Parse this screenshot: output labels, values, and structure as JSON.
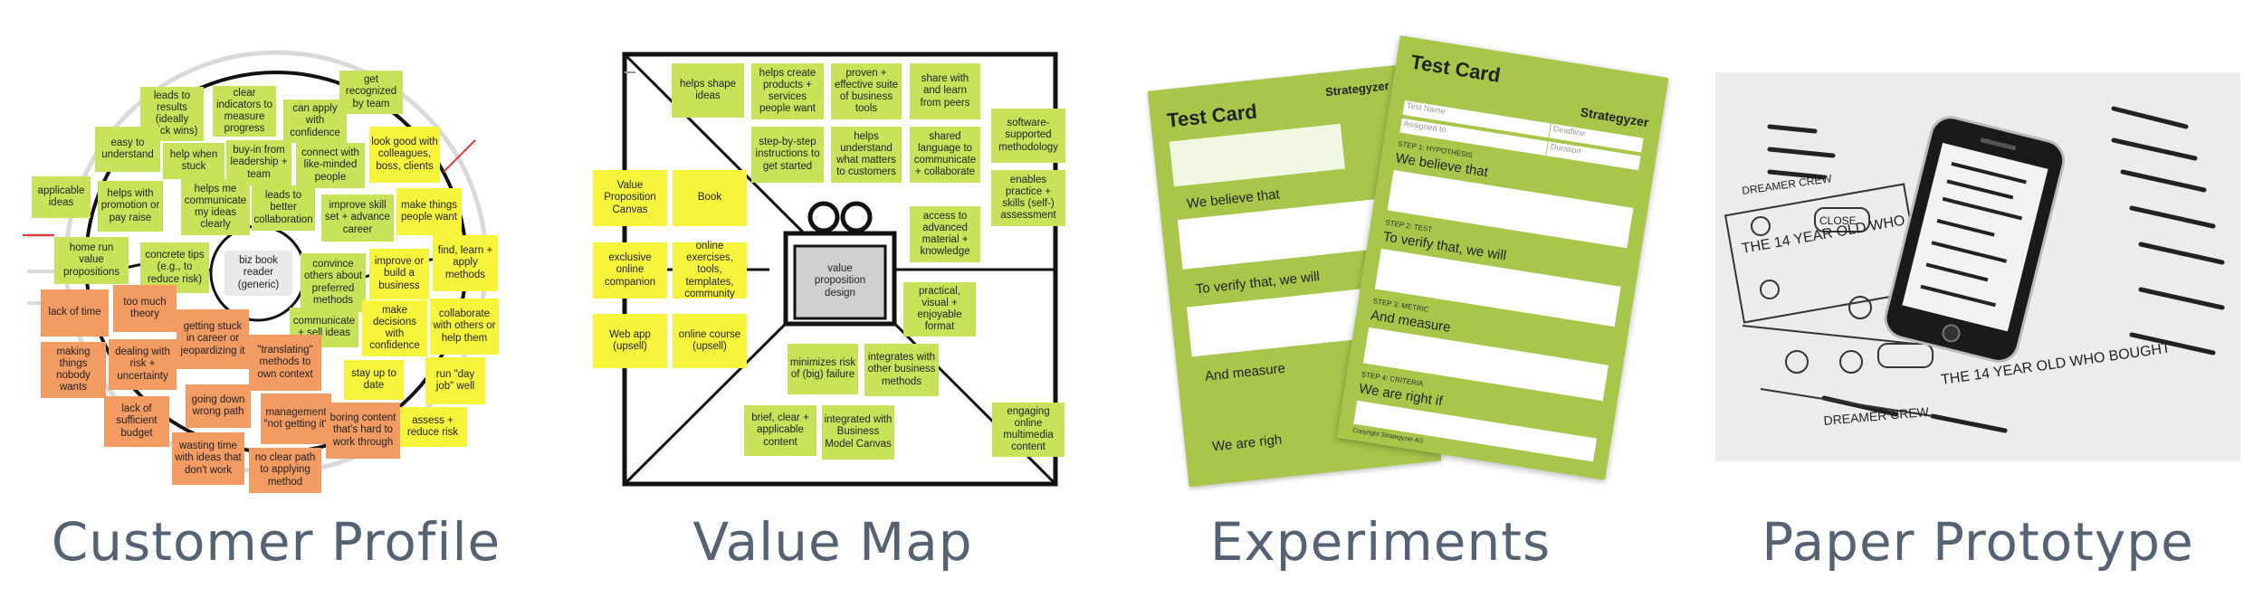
{
  "captions": {
    "customer_profile": "Customer Profile",
    "value_map": "Value Map",
    "experiments": "Experiments",
    "paper_prototype": "Paper Prototype"
  },
  "customer_profile": {
    "center": "biz book reader (generic)",
    "gains": [
      "get recognized by team",
      "clear indicators to measure progress",
      "leads to results (ideally quick wins)",
      "can apply with confidence",
      "look good with colleagues, boss, clients",
      "easy to understand",
      "help when stuck",
      "buy-in from leadership + team",
      "connect with like-minded people",
      "applicable ideas",
      "helps with promotion or pay raise",
      "helps me communicate my ideas clearly",
      "leads to better collaboration",
      "improve skill set + advance career",
      "make things people want",
      "home run value propositions",
      "concrete tips (e.g., to reduce risk)",
      "convince others about preferred methods",
      "improve or build a business",
      "find, learn + apply methods",
      "communicate + sell ideas",
      "make decisions with confidence",
      "collaborate with others or help them",
      "stay up to date",
      "run \"day job\" well",
      "assess + reduce risk"
    ],
    "pains": [
      "lack of time",
      "too much theory",
      "getting stuck in career or jeopardizing it",
      "making things nobody wants",
      "dealing with risk + uncertainty",
      "\"translating\" methods to own context",
      "lack of sufficient budget",
      "going down wrong path",
      "management \"not getting it\"",
      "wasting time with ideas that don't work",
      "no clear path to applying method",
      "boring content that's hard to work through"
    ]
  },
  "value_map": {
    "gift": "value proposition design",
    "products": [
      "Value Proposition Canvas",
      "Book",
      "exclusive online companion",
      "online exercises, tools, templates, community",
      "Web app (upsell)",
      "online course (upsell)"
    ],
    "gain_creators": [
      "helps shape ideas",
      "helps create products + services people want",
      "proven + effective suite of business tools",
      "share with and learn from peers",
      "step-by-step instructions to get started",
      "helps understand what matters to customers",
      "shared language to communicate + collaborate",
      "software-supported methodology",
      "enables practice + skills (self-) assessment",
      "access to advanced material + knowledge"
    ],
    "pain_relievers": [
      "practical, visual + enjoyable format",
      "minimizes risk of (big) failure",
      "integrates with other business methods",
      "brief, clear + applicable content",
      "integrated with Business Model Canvas",
      "engaging online multimedia content"
    ]
  },
  "test_card": {
    "title": "Test Card",
    "brand": "Strategyzer",
    "step1_label": "STEP 1: HYPOTHESIS",
    "step1_text": "We believe that",
    "step2_label": "STEP 2: TEST",
    "step2_text": "To verify that, we will",
    "step3_label": "STEP 3: METRIC",
    "step3_text": "And measure",
    "step4_label": "STEP 4: CRITERIA",
    "step4_text": "We are right if",
    "field_name": "Test Name",
    "field_deadline": "Deadline",
    "field_assigned": "Assigned to",
    "field_duration": "Duration",
    "back_step4_text": "We are righ",
    "copyright": "Copyright Strategyzer AG"
  },
  "paper_prototype": {
    "sketch_lines": [
      "THE 14 YEAR OLD WHO BOUGHT A HOUSE",
      "THE 14 YEAR OLD WHO BOUGHT",
      "DREAMER CREW",
      "CLOSE",
      "DREAMER CREW"
    ]
  },
  "colors": {
    "green_note": "#c8e35a",
    "yellow_note": "#f7f53b",
    "orange_note": "#f29b63",
    "card_green": "#a8c64a",
    "caption": "#556273"
  }
}
